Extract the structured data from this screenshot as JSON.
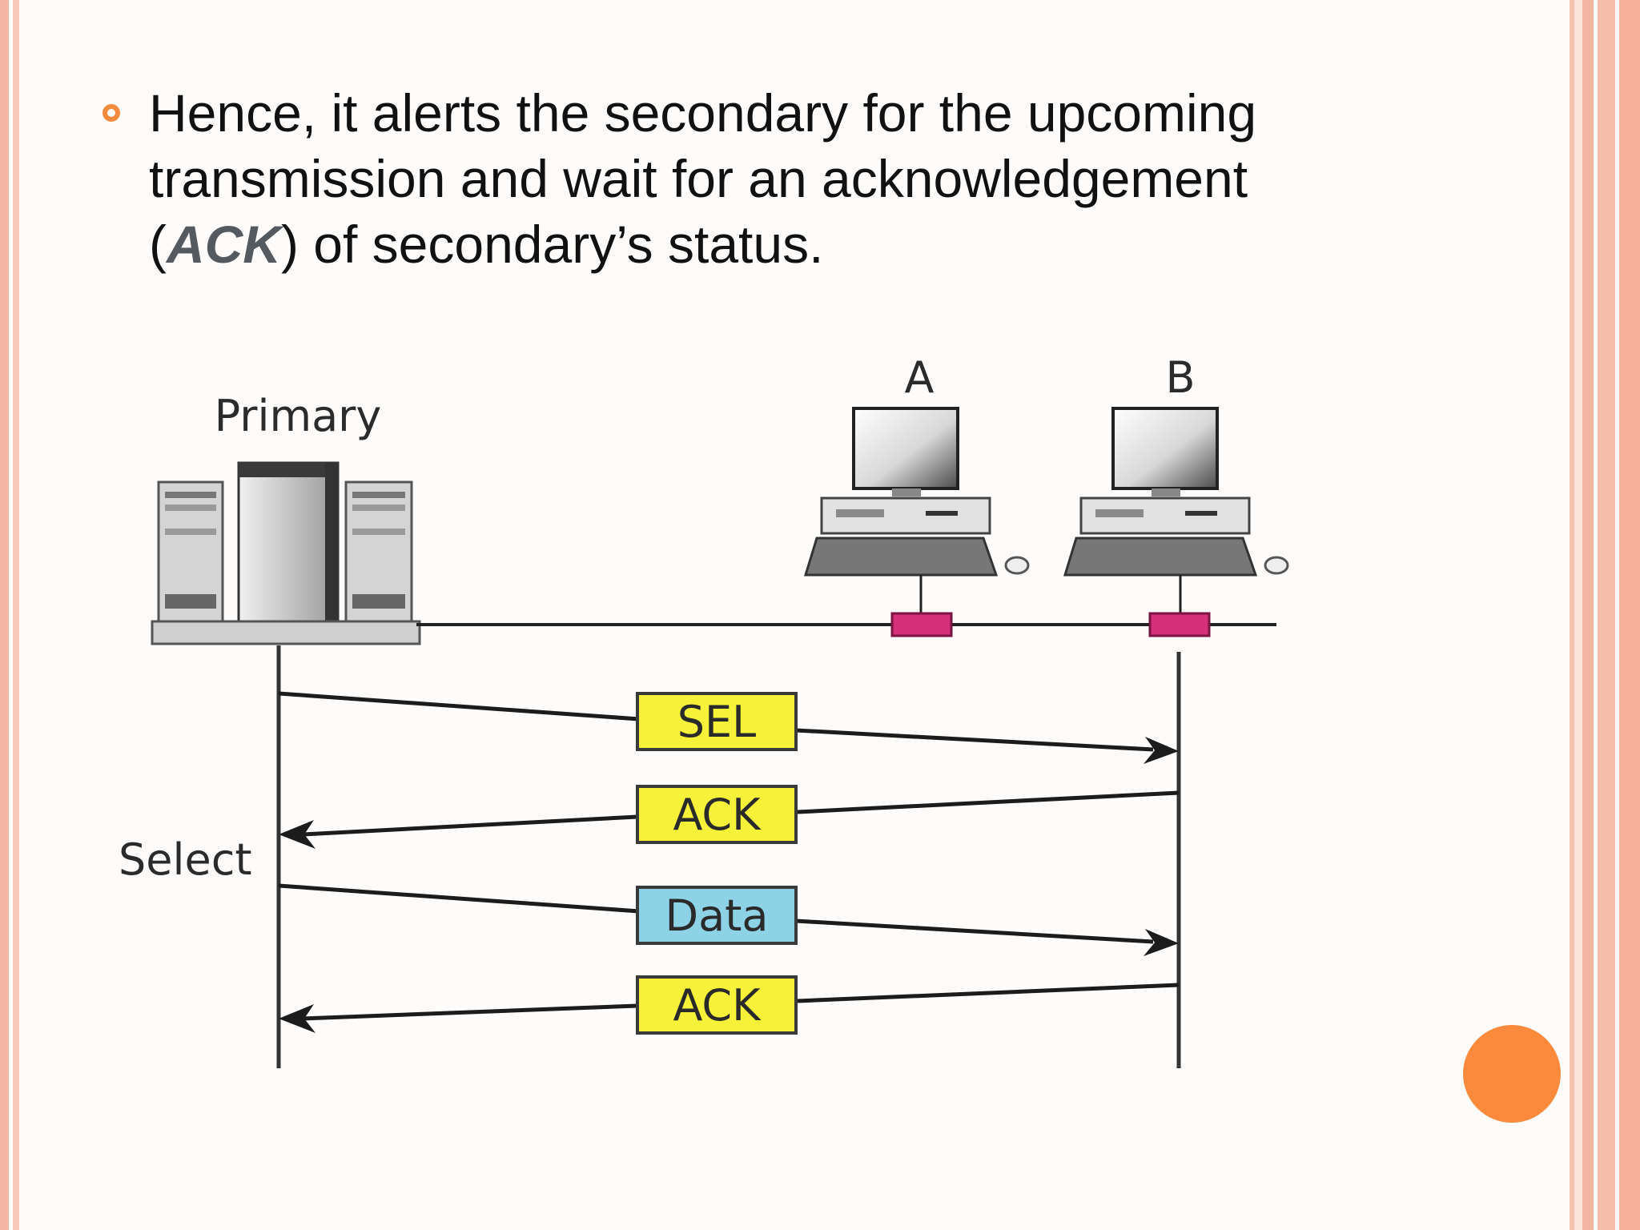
{
  "bullet": {
    "line1": "Hence, it alerts the secondary for the upcoming",
    "line2": "transmission and wait for an acknowledgement",
    "paren_open": "(",
    "ack_term": "ACK",
    "line3_rest": ") of secondary’s status."
  },
  "diagram": {
    "primary_label": "Primary",
    "station_a_label": "A",
    "station_b_label": "B",
    "select_label": "Select",
    "frames": [
      {
        "label": "SEL",
        "direction": "to-secondary",
        "color": "#f6f23a"
      },
      {
        "label": "ACK",
        "direction": "to-primary",
        "color": "#f6f23a"
      },
      {
        "label": "Data",
        "direction": "to-secondary",
        "color": "#8ed2e6"
      },
      {
        "label": "ACK",
        "direction": "to-primary",
        "color": "#f6f23a"
      }
    ]
  },
  "colors": {
    "accent": "#fb8a3c",
    "bullet": "#f28b3c",
    "border": "#f4b6a2",
    "connector": "#d6307a"
  }
}
